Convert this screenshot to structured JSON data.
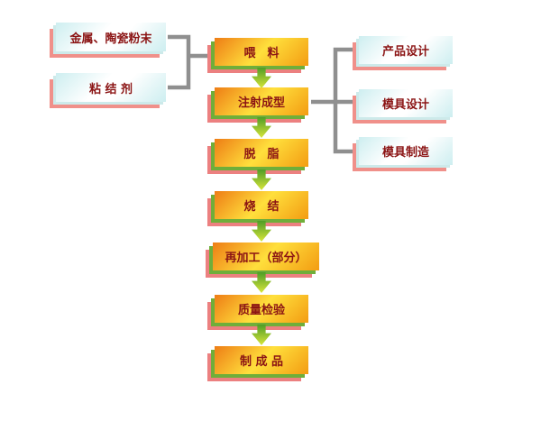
{
  "colors": {
    "canvas_bg": "#ffffff",
    "text_dark_red": "#8b1414",
    "orange_edge": "#ee7d15",
    "orange_center": "#ffdf3c",
    "orange_edge2": "#f39c12",
    "light_box_edge": "#cdeef0",
    "shadow_pink": "#f0908a",
    "shadow_pink2": "#ec8080",
    "shadow_cyan": "#cdeaea",
    "shadow_green": "#6fae3a",
    "arrow_green": "#4f9d26",
    "arrow_yellow": "#d8e63a",
    "bracket_gray": "#8f8f8f"
  },
  "flowchart": {
    "inputs": [
      {
        "label": "金属、陶瓷粉末"
      },
      {
        "label": "粘 结 剂"
      }
    ],
    "process": [
      {
        "label": "喂　料"
      },
      {
        "label": "注射成型"
      },
      {
        "label": "脱　脂"
      },
      {
        "label": "烧　结"
      },
      {
        "label": "再加工（部分）"
      },
      {
        "label": "质量检验"
      },
      {
        "label": "制 成 品"
      }
    ],
    "design": [
      {
        "label": "产品设计"
      },
      {
        "label": "模具设计"
      },
      {
        "label": "模具制造"
      }
    ]
  }
}
